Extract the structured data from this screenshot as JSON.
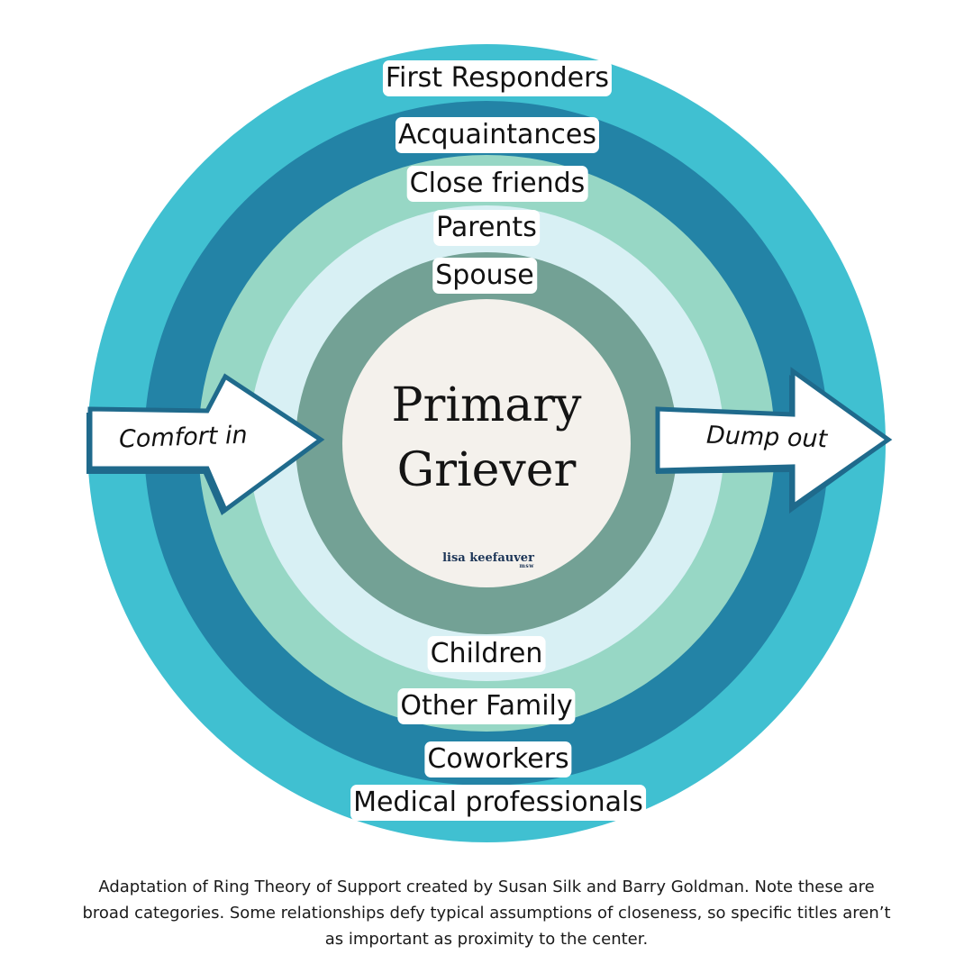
{
  "colors": {
    "ring_first_responders": "#40c0d1",
    "ring_acquaintances": "#2383a6",
    "ring_close_friends": "#97d7c5",
    "ring_parents": "#d8f0f4",
    "ring_spouse": "#73a195",
    "center_fill": "#f4f1ec",
    "arrow_outline": "#1f6a8c",
    "logo_text": "#1c3557"
  },
  "rings": {
    "first_responders": "First Responders",
    "acquaintances": "Acquaintances",
    "close_friends": "Close friends",
    "parents": "Parents",
    "spouse": "Spouse",
    "children": "Children",
    "other_family": "Other Family",
    "coworkers": "Coworkers",
    "medical_professionals": "Medical professionals"
  },
  "center": {
    "line1": "Primary",
    "line2": "Griever"
  },
  "logo": {
    "name": "lisa keefauver",
    "credential": "msw"
  },
  "arrows": {
    "left_label": "Comfort in",
    "right_label": "Dump out"
  },
  "caption": "Adaptation of Ring Theory of Support created by Susan Silk and Barry Goldman. Note these are broad categories. Some relationships defy typical assumptions of closeness, so specific titles aren’t as important as proximity to the center."
}
